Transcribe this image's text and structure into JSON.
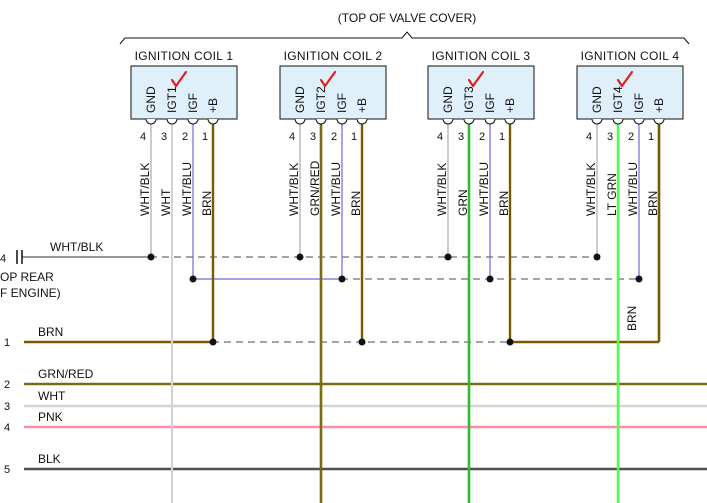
{
  "header": {
    "location": "(TOP OF VALVE COVER)"
  },
  "colors": {
    "ink": "#111111",
    "box_fill": "#dff0fb",
    "brn": "#7a5a00",
    "grn_red": "#7a6a10",
    "wht": "#d4d4d4",
    "blu": "#6a6ae0",
    "grn": "#2ebd2e",
    "lt_grn": "#4dff4d",
    "pnk": "#ff8fa8",
    "blk": "#505050",
    "wht_blk": "#333333",
    "check_mark": "#e02020"
  },
  "coils": [
    {
      "title": "IGNITION COIL 1",
      "pins": [
        "GND",
        "IGT1",
        "IGF",
        "+B"
      ],
      "pin_numbers": [
        "4",
        "3",
        "2",
        "1"
      ],
      "wires": [
        "WHT/BLK",
        "WHT",
        "WHT/BLU",
        "BRN"
      ]
    },
    {
      "title": "IGNITION COIL 2",
      "pins": [
        "GND",
        "IGT2",
        "IGF",
        "+B"
      ],
      "pin_numbers": [
        "4",
        "3",
        "2",
        "1"
      ],
      "wires": [
        "WHT/BLK",
        "GRN/RED",
        "WHT/BLU",
        "BRN"
      ]
    },
    {
      "title": "IGNITION COIL 3",
      "pins": [
        "GND",
        "IGT3",
        "IGF",
        "+B"
      ],
      "pin_numbers": [
        "4",
        "3",
        "2",
        "1"
      ],
      "wires": [
        "WHT/BLK",
        "GRN",
        "WHT/BLU",
        "BRN"
      ]
    },
    {
      "title": "IGNITION COIL 4",
      "pins": [
        "GND",
        "IGT4",
        "IGF",
        "+B"
      ],
      "pin_numbers": [
        "4",
        "3",
        "2",
        "1"
      ],
      "wires": [
        "WHT/BLK",
        "LT GRN",
        "WHT/BLU",
        "BRN"
      ]
    }
  ],
  "ground": {
    "number": "4",
    "wire": "WHT/BLK",
    "location_line1": "OP REAR",
    "location_line2": "F ENGINE)"
  },
  "brn_drop_label": "BRN",
  "bus_lines": [
    {
      "number": "1",
      "label": "BRN",
      "color_key": "brn"
    },
    {
      "number": "2",
      "label": "GRN/RED",
      "color_key": "grn_red"
    },
    {
      "number": "3",
      "label": "WHT",
      "color_key": "wht"
    },
    {
      "number": "4",
      "label": "PNK",
      "color_key": "pnk"
    },
    {
      "number": "5",
      "label": "BLK",
      "color_key": "blk"
    }
  ]
}
